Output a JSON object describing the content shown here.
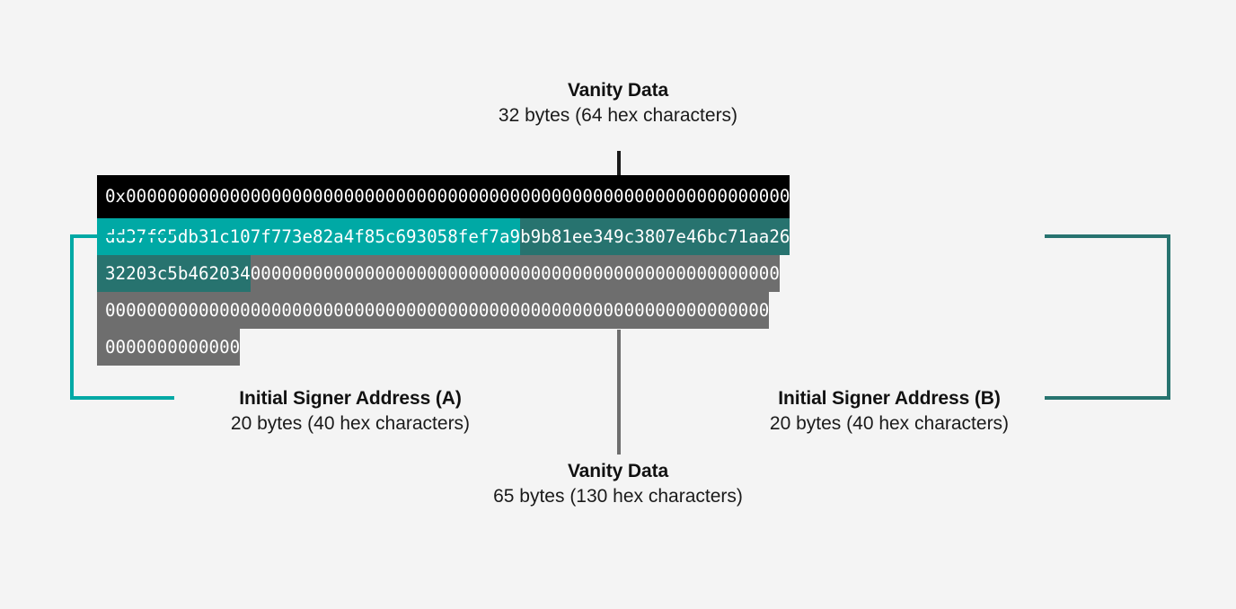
{
  "diagram": {
    "background_color": "#f4f4f4",
    "colors": {
      "vanity_top": "#000000",
      "signer_a": "#00a9a5",
      "signer_b": "#27736f",
      "vanity_bottom": "#6e6e6e",
      "text": "#111111"
    },
    "labels": {
      "vanity_top": {
        "title": "Vanity Data",
        "subtitle": "32 bytes (64 hex characters)"
      },
      "vanity_bottom": {
        "title": "Vanity Data",
        "subtitle": "65 bytes (130 hex characters)"
      },
      "signer_a": {
        "title": "Initial Signer Address (A)",
        "subtitle": "20 bytes (40 hex characters)"
      },
      "signer_b": {
        "title": "Initial Signer Address (B)",
        "subtitle": "20 bytes (40 hex characters)"
      }
    },
    "hex_rows": [
      {
        "row": 1,
        "segments": [
          {
            "kind": "vanity_top",
            "text": "0x0000000000000000000000000000000000000000000000000000000000000000"
          }
        ]
      },
      {
        "row": 2,
        "segments": [
          {
            "kind": "signer_a",
            "text": "dd37f65db31c107f773e82a4f85c693058fef7a9"
          },
          {
            "kind": "signer_b",
            "text": "b9b81ee349c3807e46bc71aa26"
          }
        ]
      },
      {
        "row": 3,
        "segments": [
          {
            "kind": "signer_b",
            "text": "32203c5b462034"
          },
          {
            "kind": "vanity_bottom",
            "text": "000000000000000000000000000000000000000000000000000"
          }
        ]
      },
      {
        "row": 4,
        "segments": [
          {
            "kind": "vanity_bottom",
            "text": "0000000000000000000000000000000000000000000000000000000000000000"
          }
        ]
      },
      {
        "row": 5,
        "segments": [
          {
            "kind": "vanity_bottom",
            "text": "0000000000000"
          }
        ]
      }
    ]
  }
}
